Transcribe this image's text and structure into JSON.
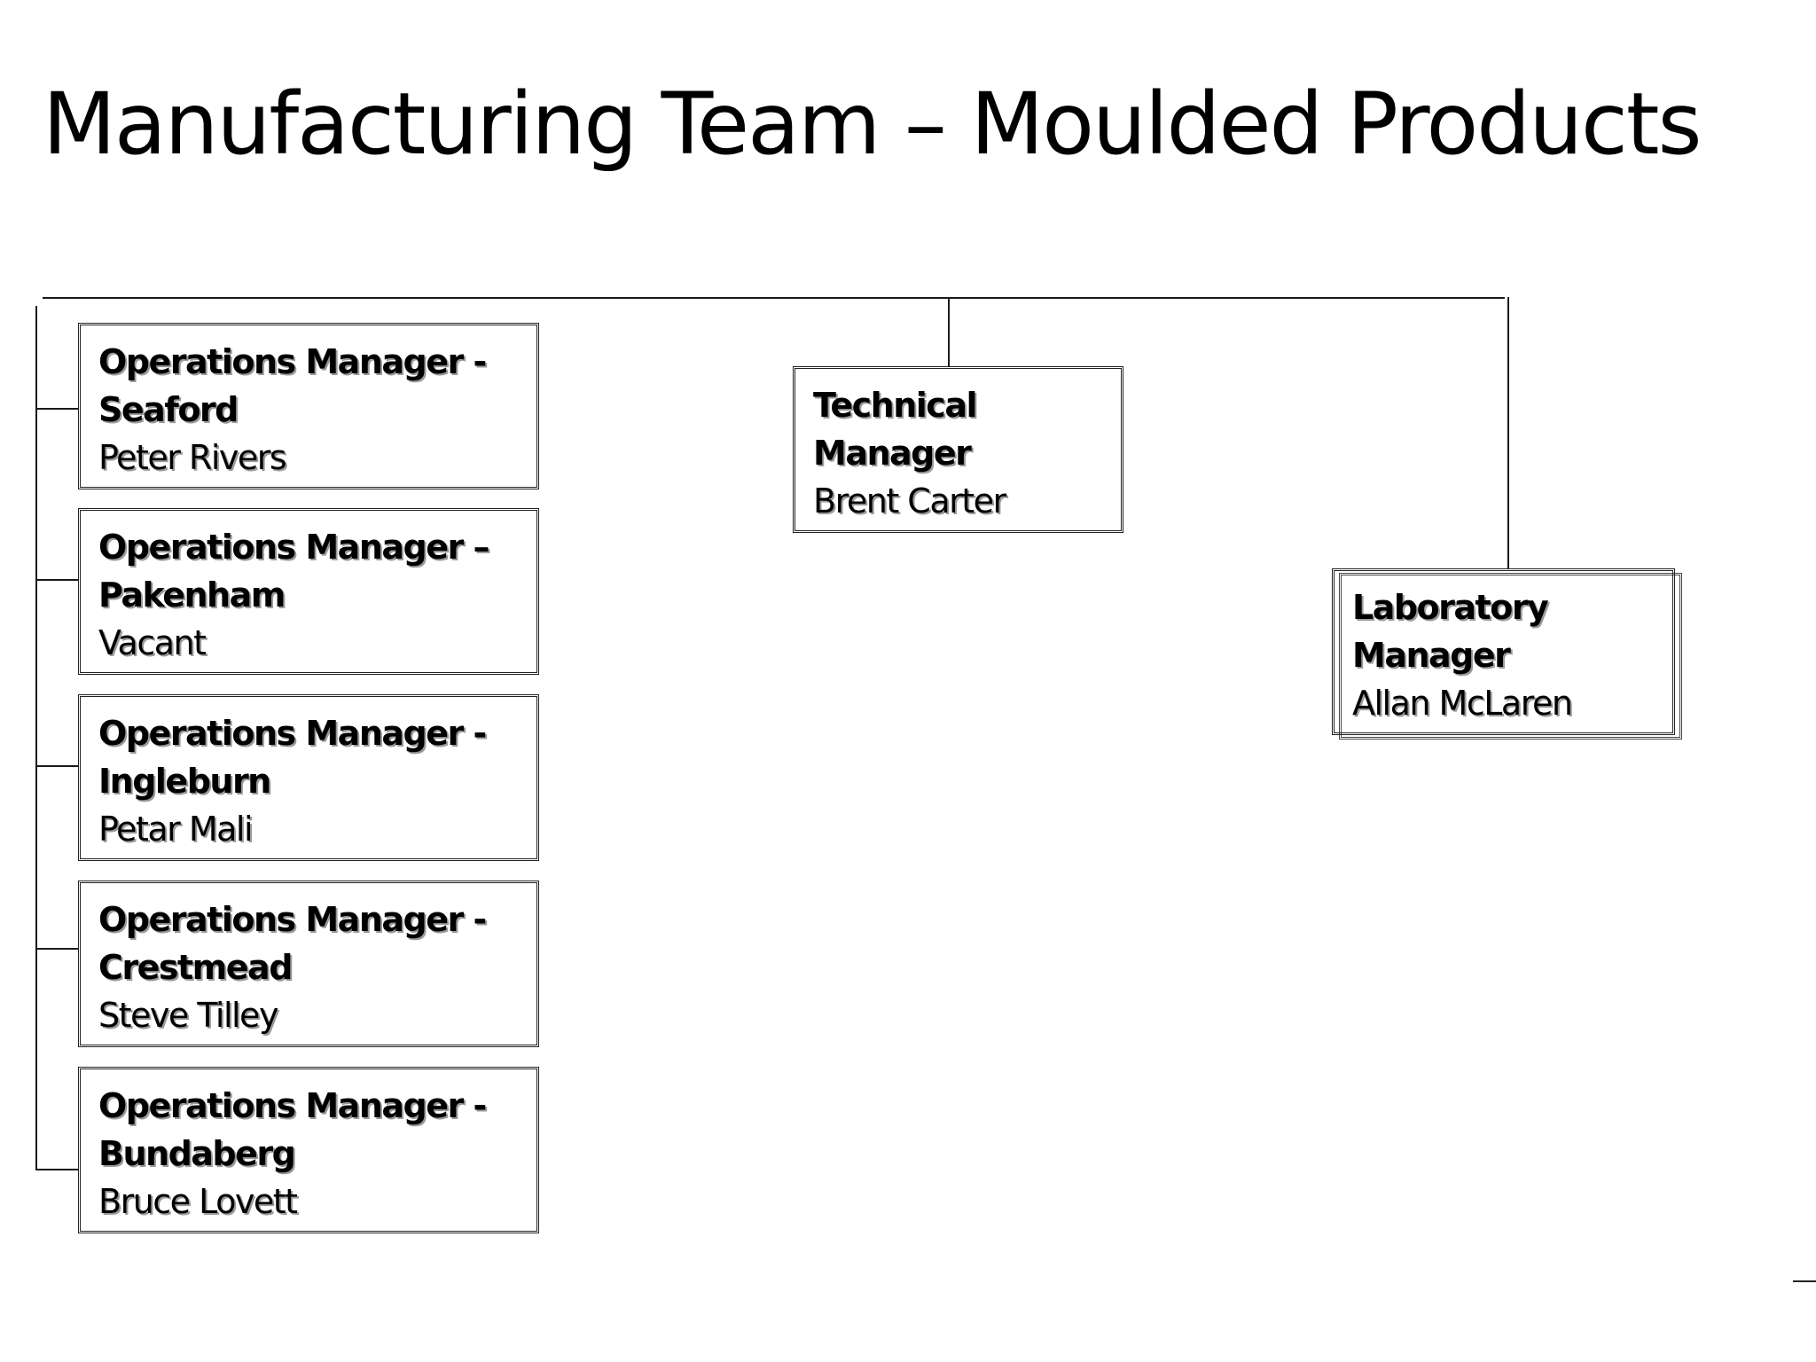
{
  "title": "Manufacturing Team – Moulded Products",
  "org_chart": {
    "operations": [
      {
        "role": "Operations Manager - Seaford",
        "person": "Peter Rivers"
      },
      {
        "role": "Operations Manager – Pakenham",
        "person": "Vacant"
      },
      {
        "role": "Operations Manager - Ingleburn",
        "person": "Petar Mali"
      },
      {
        "role": "Operations Manager - Crestmead",
        "person": "Steve Tilley"
      },
      {
        "role": "Operations Manager - Bundaberg",
        "person": "Bruce Lovett"
      }
    ],
    "technical": {
      "role": "Technical Manager",
      "person": "Brent Carter"
    },
    "laboratory": {
      "role": "Laboratory Manager",
      "person": "Allan McLaren"
    }
  }
}
